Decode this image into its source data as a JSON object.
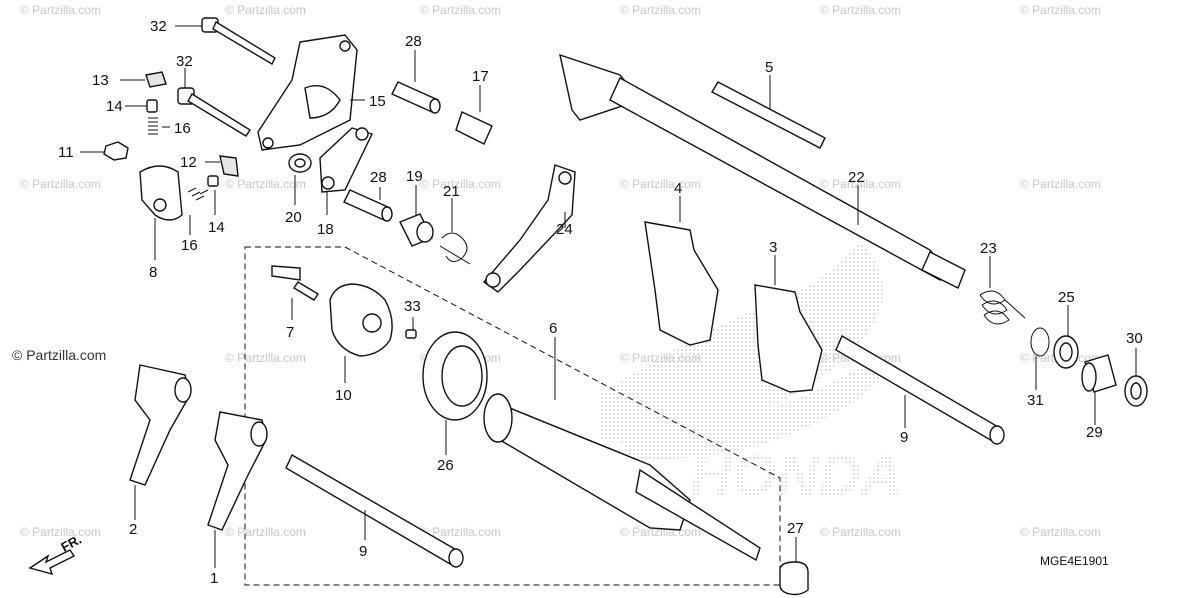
{
  "watermark_text": "© Partzilla.com",
  "corner_watermark_text": "© Partzilla.com",
  "brand_watermark_text": "HONDA",
  "diagram_code": "MGE4E1901",
  "front_indicator": "FR.",
  "callouts": {
    "c1": "1",
    "c2": "2",
    "c3": "3",
    "c4": "4",
    "c5": "5",
    "c6": "6",
    "c7": "7",
    "c8": "8",
    "c9a": "9",
    "c9b": "9",
    "c10": "10",
    "c11": "11",
    "c12": "12",
    "c13": "13",
    "c14a": "14",
    "c14b": "14",
    "c15": "15",
    "c16a": "16",
    "c16b": "16",
    "c17": "17",
    "c18": "18",
    "c19": "19",
    "c20": "20",
    "c21": "21",
    "c22": "22",
    "c23": "23",
    "c24": "24",
    "c25": "25",
    "c26": "26",
    "c27": "27",
    "c28a": "28",
    "c28b": "28",
    "c29": "29",
    "c30": "30",
    "c31": "31",
    "c32a": "32",
    "c32b": "32",
    "c33": "33"
  }
}
